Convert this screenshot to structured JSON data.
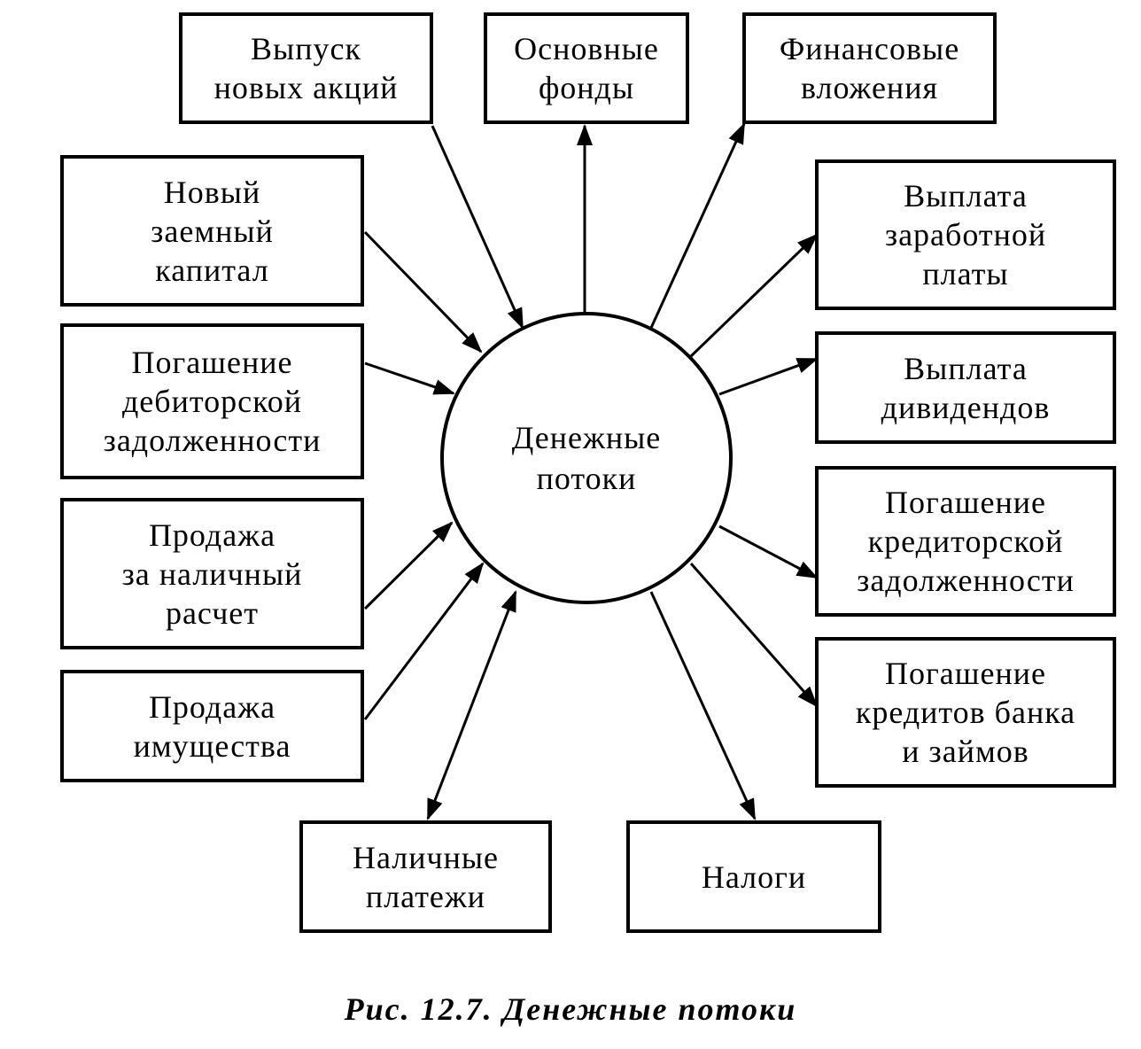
{
  "center": {
    "label": "Денежные\nпотоки"
  },
  "inflows": {
    "new_shares": "Выпуск\nновых акций",
    "new_debt": "Новый\nзаемный\nкапитал",
    "receivables": "Погашение\nдебиторской\nзадолженности",
    "cash_sales": "Продажа\nза наличный\nрасчет",
    "asset_sales": "Продажа\nимущества"
  },
  "outflows": {
    "fixed_assets": "Основные\nфонды",
    "fin_investments": "Финансовые\nвложения",
    "wages": "Выплата\nзаработной\nплаты",
    "dividends": "Выплата\nдивидендов",
    "payables": "Погашение\nкредиторской\nзадолженности",
    "bank_loans": "Погашение\nкредитов банка\nи займов",
    "taxes": "Налоги"
  },
  "both": {
    "cash_payments": "Наличные\nплатежи"
  },
  "caption": "Рис. 12.7. Денежные потоки",
  "colors": {
    "stroke": "#000000",
    "background": "#ffffff"
  }
}
